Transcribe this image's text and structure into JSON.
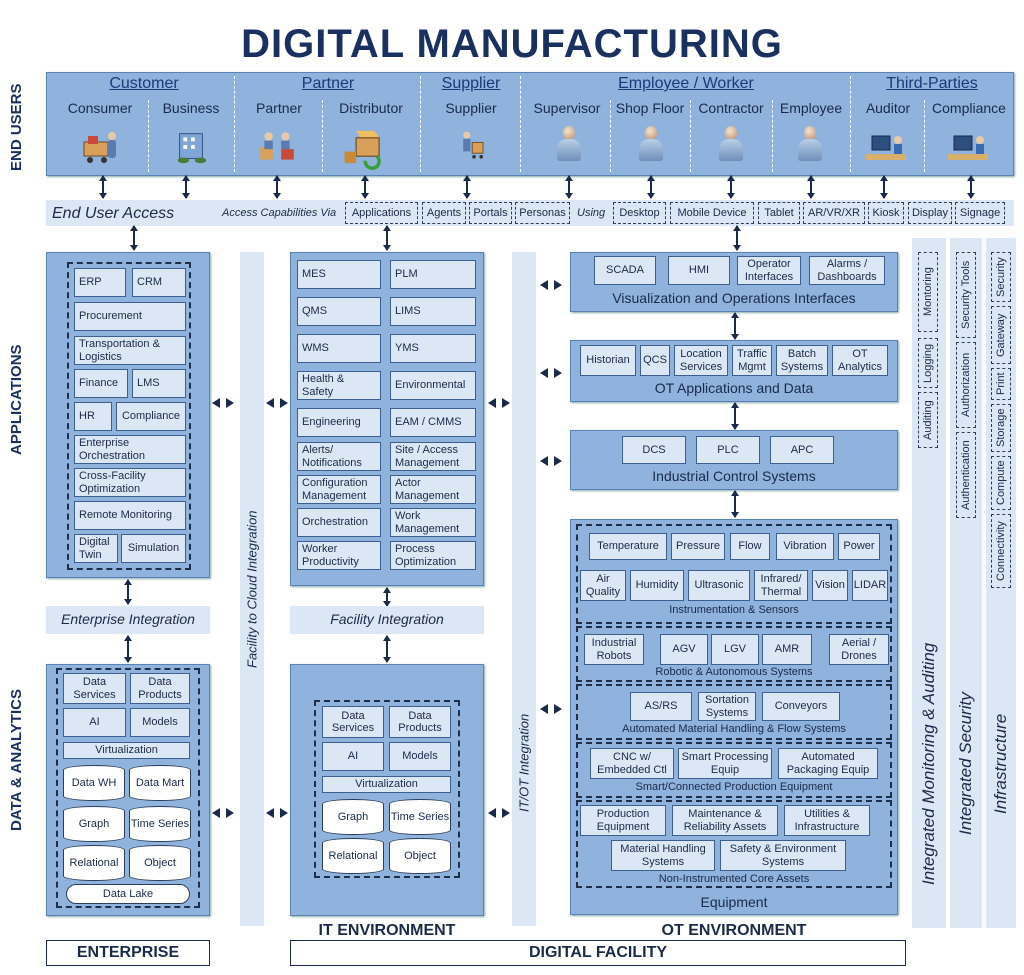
{
  "title": "DIGITAL MANUFACTURING",
  "side_labels": {
    "end_users": "END USERS",
    "applications": "APPLICATIONS",
    "data_analytics": "DATA & ANALYTICS"
  },
  "end_users": {
    "groups": [
      "Customer",
      "Partner",
      "Supplier",
      "Employee / Worker",
      "Third-Parties"
    ],
    "items": [
      {
        "label": "Consumer",
        "icon": "shopping-cart-icon"
      },
      {
        "label": "Business",
        "icon": "building-icon"
      },
      {
        "label": "Partner",
        "icon": "handshake-icon"
      },
      {
        "label": "Distributor",
        "icon": "package-delivery-icon"
      },
      {
        "label": "Supplier",
        "icon": "supplier-cart-icon"
      },
      {
        "label": "Supervisor",
        "icon": "person-icon"
      },
      {
        "label": "Shop Floor",
        "icon": "person-icon"
      },
      {
        "label": "Contractor",
        "icon": "person-icon"
      },
      {
        "label": "Employee",
        "icon": "person-icon"
      },
      {
        "label": "Auditor",
        "icon": "computer-user-icon"
      },
      {
        "label": "Compliance",
        "icon": "computer-user-icon"
      }
    ]
  },
  "access": {
    "title": "End User Access",
    "via": "Access Capabilities Via",
    "using": "Using",
    "via_items": [
      "Applications",
      "Agents",
      "Portals",
      "Personas"
    ],
    "using_items": [
      "Desktop",
      "Mobile Device",
      "Tablet",
      "AR/VR/XR",
      "Kiosk",
      "Display",
      "Signage"
    ]
  },
  "enterprise_apps": [
    "ERP",
    "CRM",
    "Procurement",
    "Transportation & Logistics",
    "Finance",
    "LMS",
    "HR",
    "Compliance",
    "Enterprise Orchestration",
    "Cross-Facility Optimization",
    "Remote Monitoring",
    "Digital Twin",
    "Simulation"
  ],
  "facility_apps": [
    "MES",
    "PLM",
    "QMS",
    "LIMS",
    "WMS",
    "YMS",
    "Health & Safety",
    "Environmental",
    "Engineering",
    "EAM / CMMS",
    "Alerts/ Notifications",
    "Site / Access Management",
    "Configuration Management",
    "Actor Management",
    "Orchestration",
    "Work Management",
    "Worker Productivity",
    "Process Optimization"
  ],
  "integration": {
    "enterprise": "Enterprise Integration",
    "facility": "Facility Integration",
    "cloud": "Facility to Cloud Integration",
    "itot": "IT/OT Integration"
  },
  "data": {
    "items": [
      "Data Services",
      "Data Products",
      "AI",
      "Models",
      "Virtualization"
    ],
    "stores": [
      "Data WH",
      "Data Mart",
      "Graph",
      "Time Series",
      "Relational",
      "Object"
    ],
    "lake": "Data Lake"
  },
  "ot": {
    "viz": {
      "title": "Visualization and Operations Interfaces",
      "items": [
        "SCADA",
        "HMI",
        "Operator Interfaces",
        "Alarms / Dashboards"
      ]
    },
    "apps": {
      "title": "OT Applications and Data",
      "items": [
        "Historian",
        "QCS",
        "Location Services",
        "Traffic Mgmt",
        "Batch Systems",
        "OT Analytics"
      ]
    },
    "ics": {
      "title": "Industrial Control Systems",
      "items": [
        "DCS",
        "PLC",
        "APC"
      ]
    },
    "equipment": {
      "title": "Equipment",
      "sensors": {
        "title": "Instrumentation & Sensors",
        "row1": [
          "Temperature",
          "Pressure",
          "Flow",
          "Vibration",
          "Power"
        ],
        "row2": [
          "Air Quality",
          "Humidity",
          "Ultrasonic",
          "Infrared/ Thermal",
          "Vision",
          "LIDAR"
        ]
      },
      "robotic": {
        "title": "Robotic & Autonomous Systems",
        "items": [
          "Industrial Robots",
          "AGV",
          "LGV",
          "AMR",
          "Aerial / Drones"
        ]
      },
      "material": {
        "title": "Automated Material Handling & Flow Systems",
        "items": [
          "AS/RS",
          "Sortation Systems",
          "Conveyors"
        ]
      },
      "production": {
        "title": "Smart/Connected Production Equipment",
        "items": [
          "CNC w/ Embedded Ctl",
          "Smart Processing Equip",
          "Automated Packaging Equip"
        ]
      },
      "core": {
        "title": "Non-Instrumented Core Assets",
        "items": [
          "Production Equipment",
          "Maintenance & Reliability Assets",
          "Utilities & Infrastructure",
          "Material Handling Systems",
          "Safety & Environment Systems"
        ]
      }
    }
  },
  "right": {
    "monitoring": {
      "title": "Integrated Monitoring & Auditing",
      "items": [
        "Auditing",
        "Logging",
        "Montoring"
      ]
    },
    "security": {
      "title": "Integrated Security",
      "items": [
        "Authentication",
        "Authorization",
        "Security Tools"
      ]
    },
    "infra": {
      "title": "Infrastructure",
      "items": [
        "Connectivity",
        "Compute",
        "Storage",
        "Print",
        "Gateway",
        "Security"
      ]
    }
  },
  "env": {
    "it": "IT ENVIRONMENT",
    "ot": "OT ENVIRONMENT",
    "enterprise": "ENTERPRISE",
    "facility": "DIGITAL FACILITY"
  }
}
